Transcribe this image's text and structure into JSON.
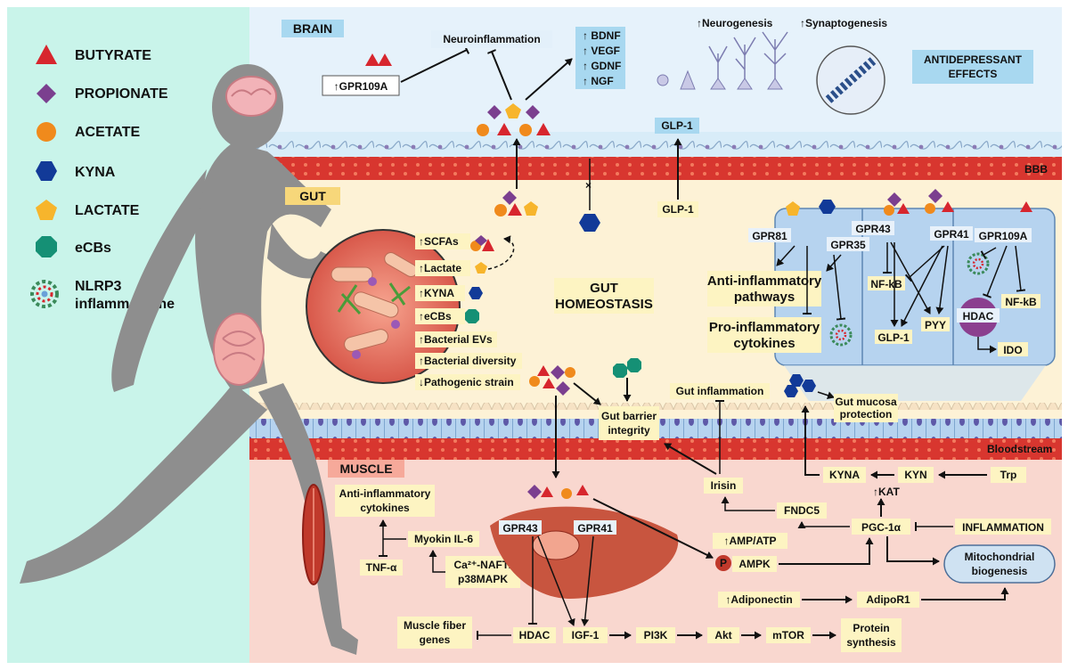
{
  "legend": {
    "butyrate": "BUTYRATE",
    "propionate": "PROPIONATE",
    "acetate": "ACETATE",
    "kyna": "KYNA",
    "lactate": "LACTATE",
    "ecbs": "eCBs",
    "nlrp3_line1": "NLRP3",
    "nlrp3_line2": "inflammasome"
  },
  "colors": {
    "butyrate": "#d7262e",
    "propionate": "#7b3f8f",
    "acetate": "#f08a1c",
    "kyna": "#123a98",
    "lactate": "#f7b52c",
    "ecbs": "#159075",
    "brain_bg": "#e6f2fb",
    "gut_bg": "#fdf2d6",
    "muscle_bg": "#f9d7cf",
    "left_bg": "#c9f4ea",
    "label_box": "#fdf4c2",
    "title_box": "#a8d8f0"
  },
  "brain": {
    "title": "BRAIN",
    "gpr109a": "↑GPR109A",
    "neuroinflammation": "Neuroinflammation",
    "factors": [
      "↑ BDNF",
      "↑ VEGF",
      "↑ GDNF",
      "↑ NGF"
    ],
    "neurogenesis": "↑Neurogenesis",
    "synaptogenesis": "↑Synaptogenesis",
    "antidepressant_1": "ANTIDEPRESSANT",
    "antidepressant_2": "EFFECTS",
    "glp1": "GLP-1",
    "bbb": "BBB"
  },
  "gut": {
    "title": "GUT",
    "glp1": "GLP-1",
    "effects": [
      "↑SCFAs",
      "↑Lactate",
      "↑KYNA",
      "↑eCBs",
      "↑Bacterial EVs",
      "↑Bacterial diversity",
      "↓Pathogenic strain"
    ],
    "homeostasis_1": "GUT",
    "homeostasis_2": "HOMEOSTASIS",
    "receptors": {
      "gpr81": "GPR81",
      "gpr35": "GPR35",
      "gpr43": "GPR43",
      "gpr41": "GPR41",
      "gpr109a": "GPR109A"
    },
    "anti_inflammatory_1": "Anti-inflammatory",
    "anti_inflammatory_2": "pathways",
    "pro_inflammatory_1": "Pro-inflammatory",
    "pro_inflammatory_2": "cytokines",
    "nfkb_1": "NF-kB",
    "nfkb_2": "NF-kB",
    "pyy": "PYY",
    "glp1_cell": "GLP-1",
    "hdac": "HDAC",
    "ido": "IDO",
    "barrier_1": "Gut barrier",
    "barrier_2": "integrity",
    "gut_inflammation": "Gut inflammation",
    "mucosa_1": "Gut mucosa",
    "mucosa_2": "protection",
    "bloodstream": "Bloodstream"
  },
  "muscle": {
    "title": "MUSCLE",
    "anti_cytokines_1": "Anti-inflammatory",
    "anti_cytokines_2": "cytokines",
    "myokin": "Myokin IL-6",
    "tnf": "TNF-α",
    "ca_1": "Ca²⁺-NAFT/",
    "ca_2": "p38MAPK",
    "gpr43": "GPR43",
    "gpr41": "GPR41",
    "irisin": "Irisin",
    "fndc5": "FNDC5",
    "kyna": "KYNA",
    "kyn": "KYN",
    "trp": "Trp",
    "kat": "↑KAT",
    "pgc": "PGC-1α",
    "inflammation": "INFLAMMATION",
    "amp": "↑AMP/ATP",
    "p": "P",
    "ampk": "AMPK",
    "mito_1": "Mitochondrial",
    "mito_2": "biogenesis",
    "adiponectin": "↑Adiponectin",
    "adipor1": "AdipoR1",
    "fiber_1": "Muscle fiber",
    "fiber_2": "genes",
    "hdac": "HDAC",
    "igf": "IGF-1",
    "pi3k": "PI3K",
    "akt": "Akt",
    "mtor": "mTOR",
    "protein_1": "Protein",
    "protein_2": "synthesis"
  }
}
